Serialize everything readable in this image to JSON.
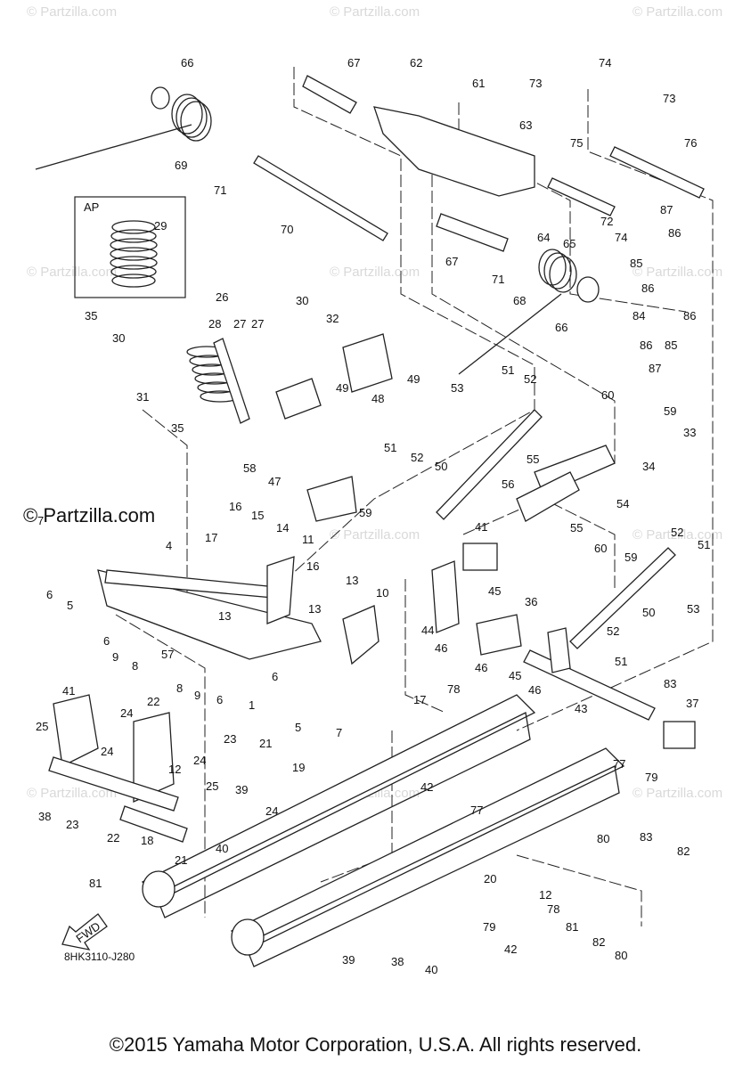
{
  "watermark": "© Partzilla.com",
  "brand_watermark": "© Partzilla.com",
  "inset_label": "AP",
  "fwd_label": "FWD",
  "diagram_code": "8HK3110-J280",
  "copyright": "©2015 Yamaha Motor Corporation, U.S.A. All rights reserved.",
  "callouts": [
    "66",
    "67",
    "62",
    "61",
    "73",
    "74",
    "63",
    "75",
    "73",
    "76",
    "69",
    "71",
    "70",
    "72",
    "74",
    "87",
    "29",
    "64",
    "65",
    "86",
    "85",
    "67",
    "71",
    "68",
    "86",
    "84",
    "86",
    "26",
    "30",
    "32",
    "28",
    "27",
    "27",
    "66",
    "86",
    "85",
    "35",
    "30",
    "49",
    "87",
    "31",
    "48",
    "49",
    "51",
    "52",
    "53",
    "35",
    "60",
    "59",
    "33",
    "58",
    "51",
    "52",
    "50",
    "55",
    "34",
    "47",
    "59",
    "56",
    "54",
    "16",
    "15",
    "14",
    "11",
    "17",
    "7",
    "41",
    "55",
    "60",
    "52",
    "51",
    "59",
    "53",
    "13",
    "16",
    "5",
    "6",
    "4",
    "45",
    "36",
    "44",
    "50",
    "13",
    "10",
    "6",
    "9",
    "8",
    "13",
    "46",
    "46",
    "45",
    "46",
    "52",
    "51",
    "57",
    "8",
    "9",
    "6",
    "1",
    "6",
    "5",
    "7",
    "17",
    "78",
    "83",
    "43",
    "37",
    "41",
    "22",
    "24",
    "25",
    "21",
    "23",
    "24",
    "19",
    "12",
    "24",
    "25",
    "39",
    "38",
    "23",
    "24",
    "22",
    "18",
    "21",
    "40",
    "42",
    "77",
    "77",
    "79",
    "80",
    "83",
    "82",
    "81",
    "20",
    "12",
    "78",
    "81",
    "82",
    "80",
    "79",
    "42",
    "38",
    "40",
    "39",
    "20"
  ]
}
